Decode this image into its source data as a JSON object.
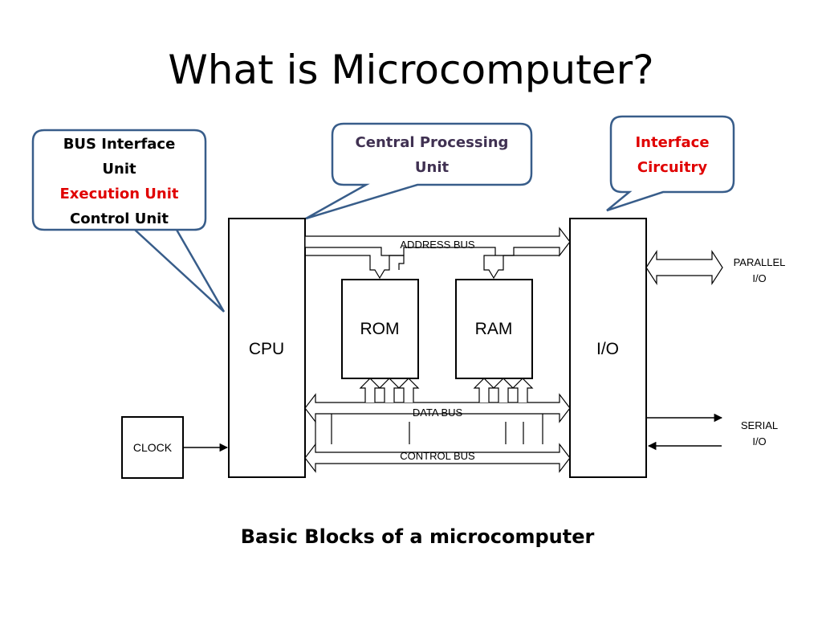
{
  "slide": {
    "title": "What is Microcomputer?",
    "caption": "Basic Blocks of a microcomputer"
  },
  "callouts": {
    "bus_interface": {
      "line1": "BUS Interface",
      "line2": "Unit",
      "line3": "Execution Unit",
      "line4": "Control Unit",
      "line3_color": "#e00000"
    },
    "cpu_callout": {
      "line1": "Central Processing",
      "line2": "Unit",
      "color": "#403152"
    },
    "interface": {
      "line1": "Interface",
      "line2": "Circuitry",
      "color": "#e00000"
    },
    "border_color": "#385d8a"
  },
  "diagram": {
    "blocks": {
      "cpu": "CPU",
      "rom": "ROM",
      "ram": "RAM",
      "io": "I/O",
      "clock": "CLOCK"
    },
    "buses": {
      "address": "ADDRESS BUS",
      "data": "DATA BUS",
      "control": "CONTROL BUS"
    },
    "ports": {
      "parallel_line1": "PARALLEL",
      "parallel_line2": "I/O",
      "serial_line1": "SERIAL",
      "serial_line2": "I/O"
    }
  }
}
